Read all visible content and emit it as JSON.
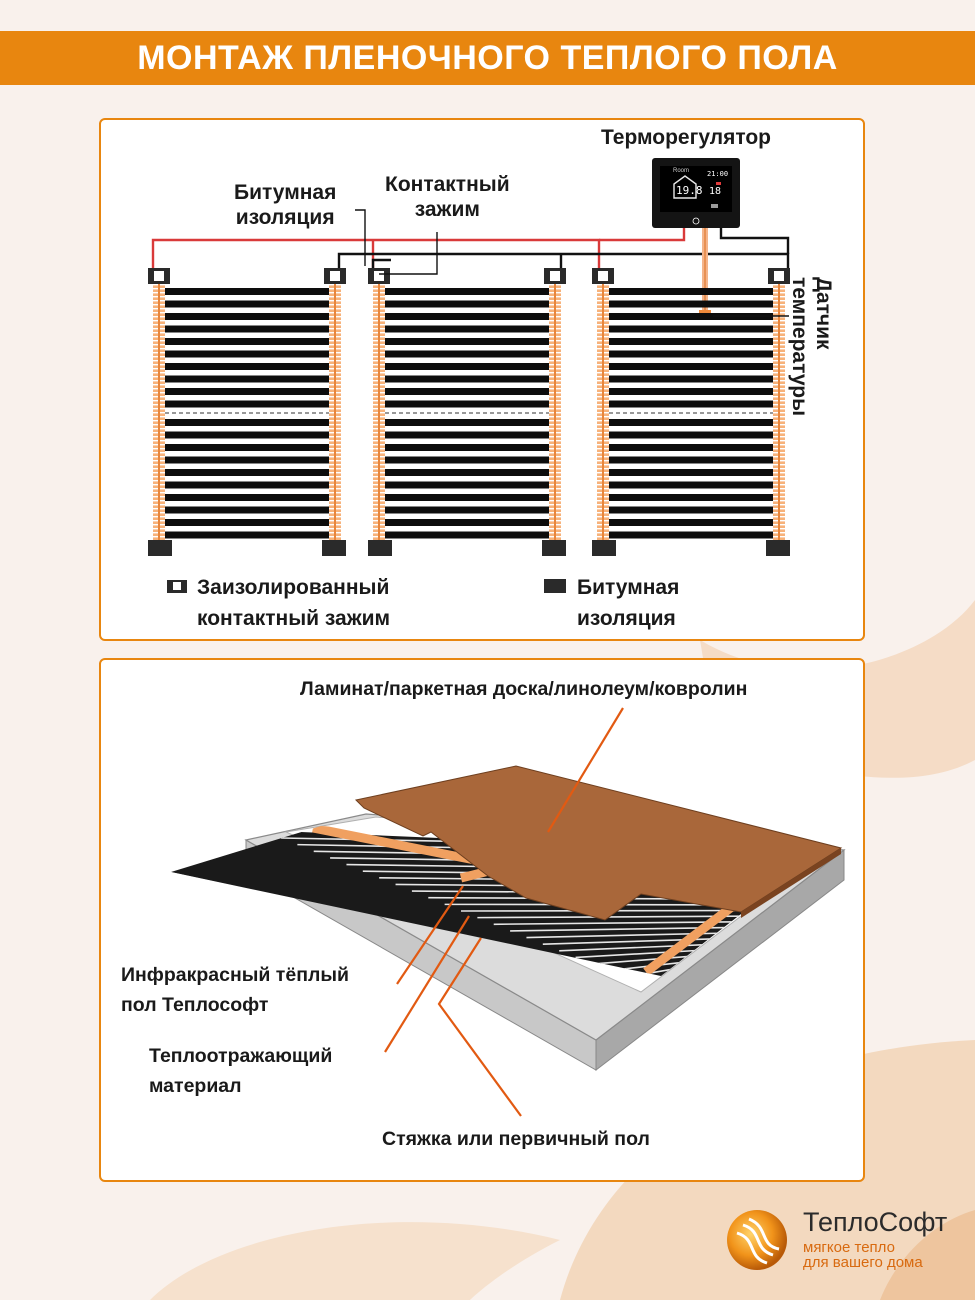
{
  "page": {
    "title": "МОНТАЖ ПЛЕНОЧНОГО ТЕПЛОГО ПОЛА"
  },
  "wiring_diagram": {
    "thermostat_label": "Терморегулятор",
    "bitumen_label": "Битумная\nизоляция",
    "clamp_label": "Контактный\nзажим",
    "sensor_label": "Датчик\nтемпературы",
    "legend": {
      "insulated_clamp": "Заизолированный\nконтактный зажим",
      "bitumen_insulation": "Битумная\nизоляция"
    },
    "display": {
      "room_label": "Room",
      "main_temp": "19.8",
      "set_temp": "18",
      "clock": "21:00"
    }
  },
  "layers_diagram": {
    "floor_cover_label": "Ламинат/паркетная доска/линолеум/ковролин",
    "infrared_label": "Инфракрасный тёплый\nпол Теплософт",
    "reflective_label": "Теплоотражающий\nматериал",
    "screed_label": "Стяжка или первичный пол"
  },
  "brand": {
    "name": "ТеплоСофт",
    "tagline": "мягкое тепло\nдля вашего дома"
  },
  "colors": {
    "accent": "#e8860f",
    "film_copper": "#f0a060",
    "wire_red": "#d93a3a",
    "laminate": "#a9673a",
    "leader_line": "#e25a12"
  }
}
